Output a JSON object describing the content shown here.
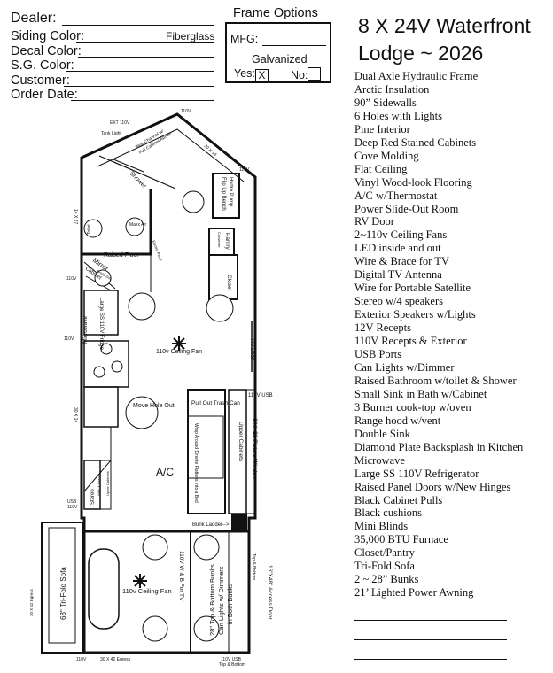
{
  "order_form": {
    "dealer": "Dealer:",
    "siding_color": "Siding Color:",
    "siding_value": "Fiberglass",
    "decal_color": "Decal Color:",
    "sg_color": "S.G. Color:",
    "customer": "Customer:",
    "order_date": "Order Date:"
  },
  "frame_options": {
    "title": "Frame Options",
    "mfg": "MFG:",
    "galvanized": "Galvanized",
    "yes": "Yes:",
    "yes_mark": "X",
    "no": "No:"
  },
  "model": {
    "line1": "8 X 24V Waterfront",
    "line2": "Lodge ~ 2026"
  },
  "features": [
    "Dual Axle Hydraulic Frame",
    "Arctic Insulation",
    "90” Sidewalls",
    "6 Holes with Lights",
    "Pine Interior",
    "Deep Red Stained Cabinets",
    "Cove Molding",
    "Flat Ceiling",
    "Vinyl Wood-look Flooring",
    "A/C w/Thermostat",
    "Power Slide-Out Room",
    "RV Door",
    "2~110v Ceiling Fans",
    "LED inside and out",
    "Wire & Brace for TV",
    "Digital TV Antenna",
    "Wire for Portable Satellite",
    "Stereo w/4 speakers",
    "Exterior Speakers w/Lights",
    "12V Recepts",
    "110V Recepts & Exterior",
    "USB Ports",
    "Can Lights w/Dimmer",
    "Raised Bathroom w/toilet & Shower",
    "Small Sink in Bath w/Cabinet",
    "3 Burner cook-top w/oven",
    "Range hood w/vent",
    "Double Sink",
    "Diamond Plate Backsplash in Kitchen",
    "Microwave",
    "Large SS 110V Refrigerator",
    "Raised Panel Doors w/New Hinges",
    "Black Cabinet Pulls",
    "Black cushions",
    "Mini Blinds",
    "35,000 BTU Furnace",
    "Closet/Pantry",
    "Tri-Fold Sofa",
    "2 ~ 28” Bunks",
    "21’ Lighted Power Awning"
  ],
  "plan_labels": {
    "ext_110v": "EXT 110V",
    "tank_light": "Tank Light",
    "water_channel": "Blue Channel w/",
    "water_channel2": "Full Cabinet Above",
    "v110_top": "110V",
    "shower": "Shower",
    "dim_30x14_top": "30 X 14",
    "v110_right": "110V",
    "flip_bench": "Flip Up Bench",
    "hydro_pump": "Hydro Pump",
    "toilet": "Toilet",
    "maxx_air": "Maxx Air",
    "dim_14x27": "14 X 27",
    "raised_floor": "Raised Floor",
    "pantry": "Pantry",
    "converter": "Converter",
    "electric_panel": "Electric Panel",
    "closet": "Closet",
    "mirror": "Mirror",
    "cabinet": "Cabinet",
    "small_sink": "Small Sink",
    "v110_left1": "110V",
    "fridge": "Large SS 110V Fridge",
    "v110_left2": "110V",
    "ceiling_fan_top": "110v Ceiling Fan",
    "rv_door": "RV Door",
    "microwave": "Microwave",
    "dim_30x14_left": "30 X 14",
    "move_hole": "Move Hole Out",
    "pull_out": "Pull Out Trash Can",
    "v110_usb_right": "110V USB",
    "wrap_around": "Wrap Around Dinette Flattens Into a Bed",
    "upper_cabinets": "Upper Cabinets",
    "picture_window": "64 X 28 Picture Window",
    "ac": "A/C",
    "stereo": "Stereo",
    "wire_tv": "Wire & Brace",
    "upper_cab_left": "Upper Cabinets",
    "usb_left": "USB",
    "v110_left3": "110V",
    "bunk_ladder": "Bunk Ladder-->",
    "sofa": "68\" Tri-Fold Sofa",
    "dim_30x42": "30 X 42 Egress",
    "ceiling_fan_bottom": "110v Ceiling Fan",
    "wb_tv": "110V W & B For TV",
    "bunks": "28\" Top & Bottom Bunks",
    "can_lights": "Can Lights w/ Dimmers",
    "in_both": "in Both Bunks",
    "top_bottom_v": "Top & Bottom",
    "access_door": "16\"X48\" Access Door",
    "v110_bottom": "110V",
    "dim_30x42_bottom": "30 X 42 Egress",
    "v110_usb_bottom": "110V USB",
    "top_bottom_bottom": "Top & Bottom"
  }
}
